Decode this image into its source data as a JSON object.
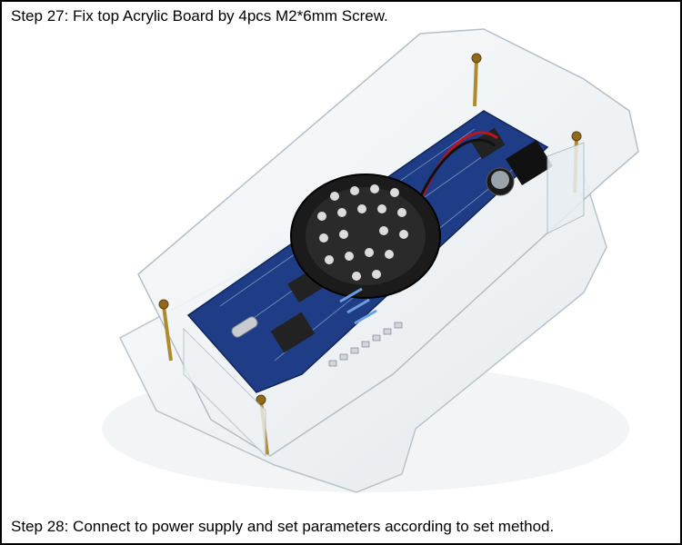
{
  "captions": {
    "top": "Step 27: Fix top Acrylic Board by 4pcs M2*6mm Screw.",
    "bottom": "Step 28: Connect to power supply and set parameters according to set method."
  },
  "photo": {
    "subject_icon": "assembled-clock-kit-illustration",
    "colors": {
      "pcb": "#1f3c86",
      "acrylic_edge": "#c9d3da",
      "speaker": "#1b1b1b",
      "standoff": "#b08a2e"
    }
  }
}
